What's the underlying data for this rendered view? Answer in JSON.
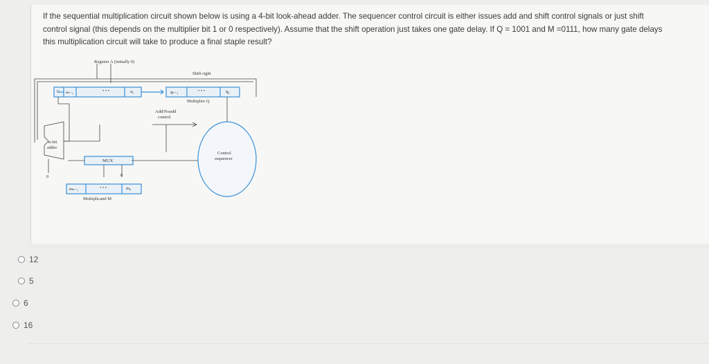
{
  "question": {
    "text": "If the sequential multiplication circuit shown below is using a 4-bit look-ahead adder. The sequencer control circuit is either issues add and shift control signals or just shift control signal (this depends on the multiplier bit 1 or 0 respectively). Assume that the shift operation just takes one gate delay. If Q = 1001 and M =0111, how many gate delays this multiplication circuit will take to produce a final staple result?"
  },
  "figure": {
    "register_a_label": "Register A (initially 0)",
    "shift_right_label": "Shift right",
    "c_label": "C",
    "a_high": "aₙ₋₁",
    "a_dots": "• • •",
    "a_low": "a₀",
    "q_high": "qₙ₋₁",
    "q_dots": "• • •",
    "q_low": "q₀",
    "multiplier_label": "Multiplier Q",
    "add_noadd_label": "Add/Noadd",
    "control_label": "control",
    "nbit_label": "n-bit",
    "adder_label": "adder",
    "mux_label": "MUX",
    "zero_left": "0",
    "zero_mux": "0",
    "control_seq_1": "Control",
    "control_seq_2": "sequencer",
    "m_high": "mₙ₋₁",
    "m_dots": "• • •",
    "m_low": "m₀",
    "multiplicand_label": "Multiplicand M",
    "accent_color": "#3a8fd6"
  },
  "options": [
    {
      "label": "12"
    },
    {
      "label": "5"
    },
    {
      "label": "6"
    },
    {
      "label": "16"
    }
  ]
}
